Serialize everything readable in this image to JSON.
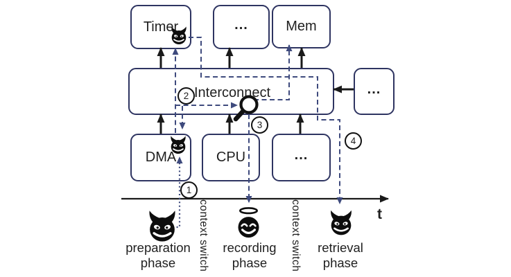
{
  "figure": {
    "boxes": {
      "timer": "Timer",
      "top_middle": "...",
      "mem": "Mem",
      "interconnect": "Interconnect",
      "right_peripheral": "...",
      "dma": "DMA",
      "cpu": "CPU",
      "bottom_right": "..."
    },
    "steps": {
      "one": "1",
      "two": "2",
      "three": "3",
      "four": "4"
    },
    "timeline": {
      "axis_label": "t",
      "context_switches": [
        "context switch",
        "context switch"
      ],
      "phases": [
        {
          "line1": "preparation",
          "line2": "phase",
          "icon": "devil-icon"
        },
        {
          "line1": "recording",
          "line2": "phase",
          "icon": "angel-icon"
        },
        {
          "line1": "retrieval",
          "line2": "phase",
          "icon": "devil-icon"
        }
      ]
    },
    "icons": {
      "timer_box": "devil-icon",
      "dma_box": "devil-icon",
      "interconnect_probe": "magnifier-icon"
    },
    "colors": {
      "box_border": "#2e3461",
      "dashed_line": "#3e4a7d",
      "solid_line": "#1a1a1a",
      "text": "#1f1f1f"
    }
  }
}
